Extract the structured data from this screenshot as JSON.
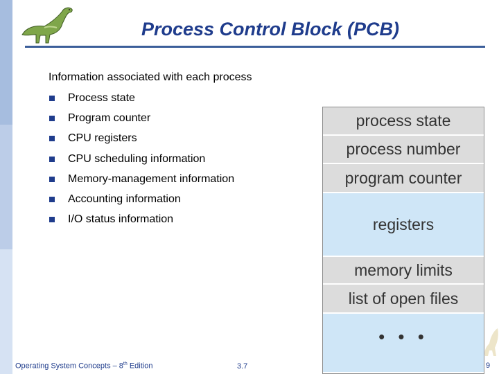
{
  "slide": {
    "title": "Process Control Block (PCB)",
    "intro": "Information associated with each process",
    "bullets": [
      "Process state",
      "Program counter",
      "CPU registers",
      "CPU scheduling information",
      "Memory-management information",
      "Accounting information",
      "I/O status information"
    ]
  },
  "pcb": {
    "cells": [
      "process state",
      "process number",
      "program counter",
      "registers",
      "memory limits",
      "list of open files",
      "• • •"
    ]
  },
  "footer": {
    "book": "Operating System Concepts – 8",
    "book_sup": "th",
    "book_suffix": " Edition",
    "page": "3.7",
    "right": "9"
  },
  "colors": {
    "title": "#1f3c8c",
    "bullet": "#1f3c8c",
    "pcb_gray": "#dcdcdc",
    "pcb_blue": "#cfe6f7"
  }
}
